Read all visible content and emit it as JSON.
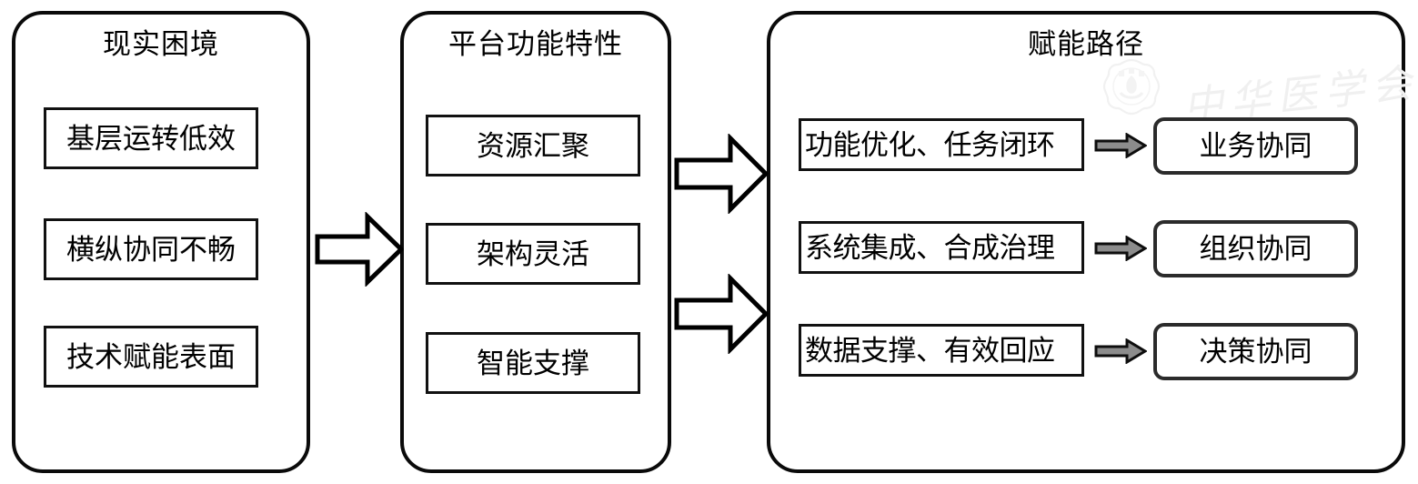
{
  "diagram": {
    "title_hidden": "",
    "panels": [
      {
        "id": "reality-dilemma",
        "title": "现实困境",
        "items": [
          {
            "label": "基层运转低效"
          },
          {
            "label": "横纵协同不畅"
          },
          {
            "label": "技术赋能表面"
          }
        ]
      },
      {
        "id": "platform-features",
        "title": "平台功能特性",
        "items": [
          {
            "label": "资源汇聚"
          },
          {
            "label": "架构灵活"
          },
          {
            "label": "智能支撑"
          }
        ]
      },
      {
        "id": "empowerment-paths",
        "title": "赋能路径",
        "rows": [
          {
            "cause": "功能优化、任务闭环",
            "effect": "业务协同"
          },
          {
            "cause": "系统集成、合成治理",
            "effect": "组织协同"
          },
          {
            "cause": "数据支撑、有效回应",
            "effect": "决策协同"
          }
        ]
      }
    ],
    "connectors": [
      {
        "name": "arrow-dilemma-to-platform",
        "from": "reality-dilemma",
        "to": "platform-features"
      },
      {
        "name": "arrow-platform-to-paths-upper",
        "from": "platform-features",
        "to": "empowerment-paths"
      },
      {
        "name": "arrow-platform-to-paths-lower",
        "from": "platform-features",
        "to": "empowerment-paths"
      }
    ],
    "watermark": {
      "text": "中华医学会"
    },
    "colors": {
      "panel_border": "#0a0a0a",
      "item_border": "#111111",
      "outcome_border": "#2b2b2b",
      "arrow_fill": "#ffffff",
      "arrow_stroke": "#000000",
      "small_arrow_fill": "#8c8c8c",
      "small_arrow_stroke": "#0d0d0d",
      "background": "#ffffff",
      "watermark": "#f0f0f0"
    }
  }
}
